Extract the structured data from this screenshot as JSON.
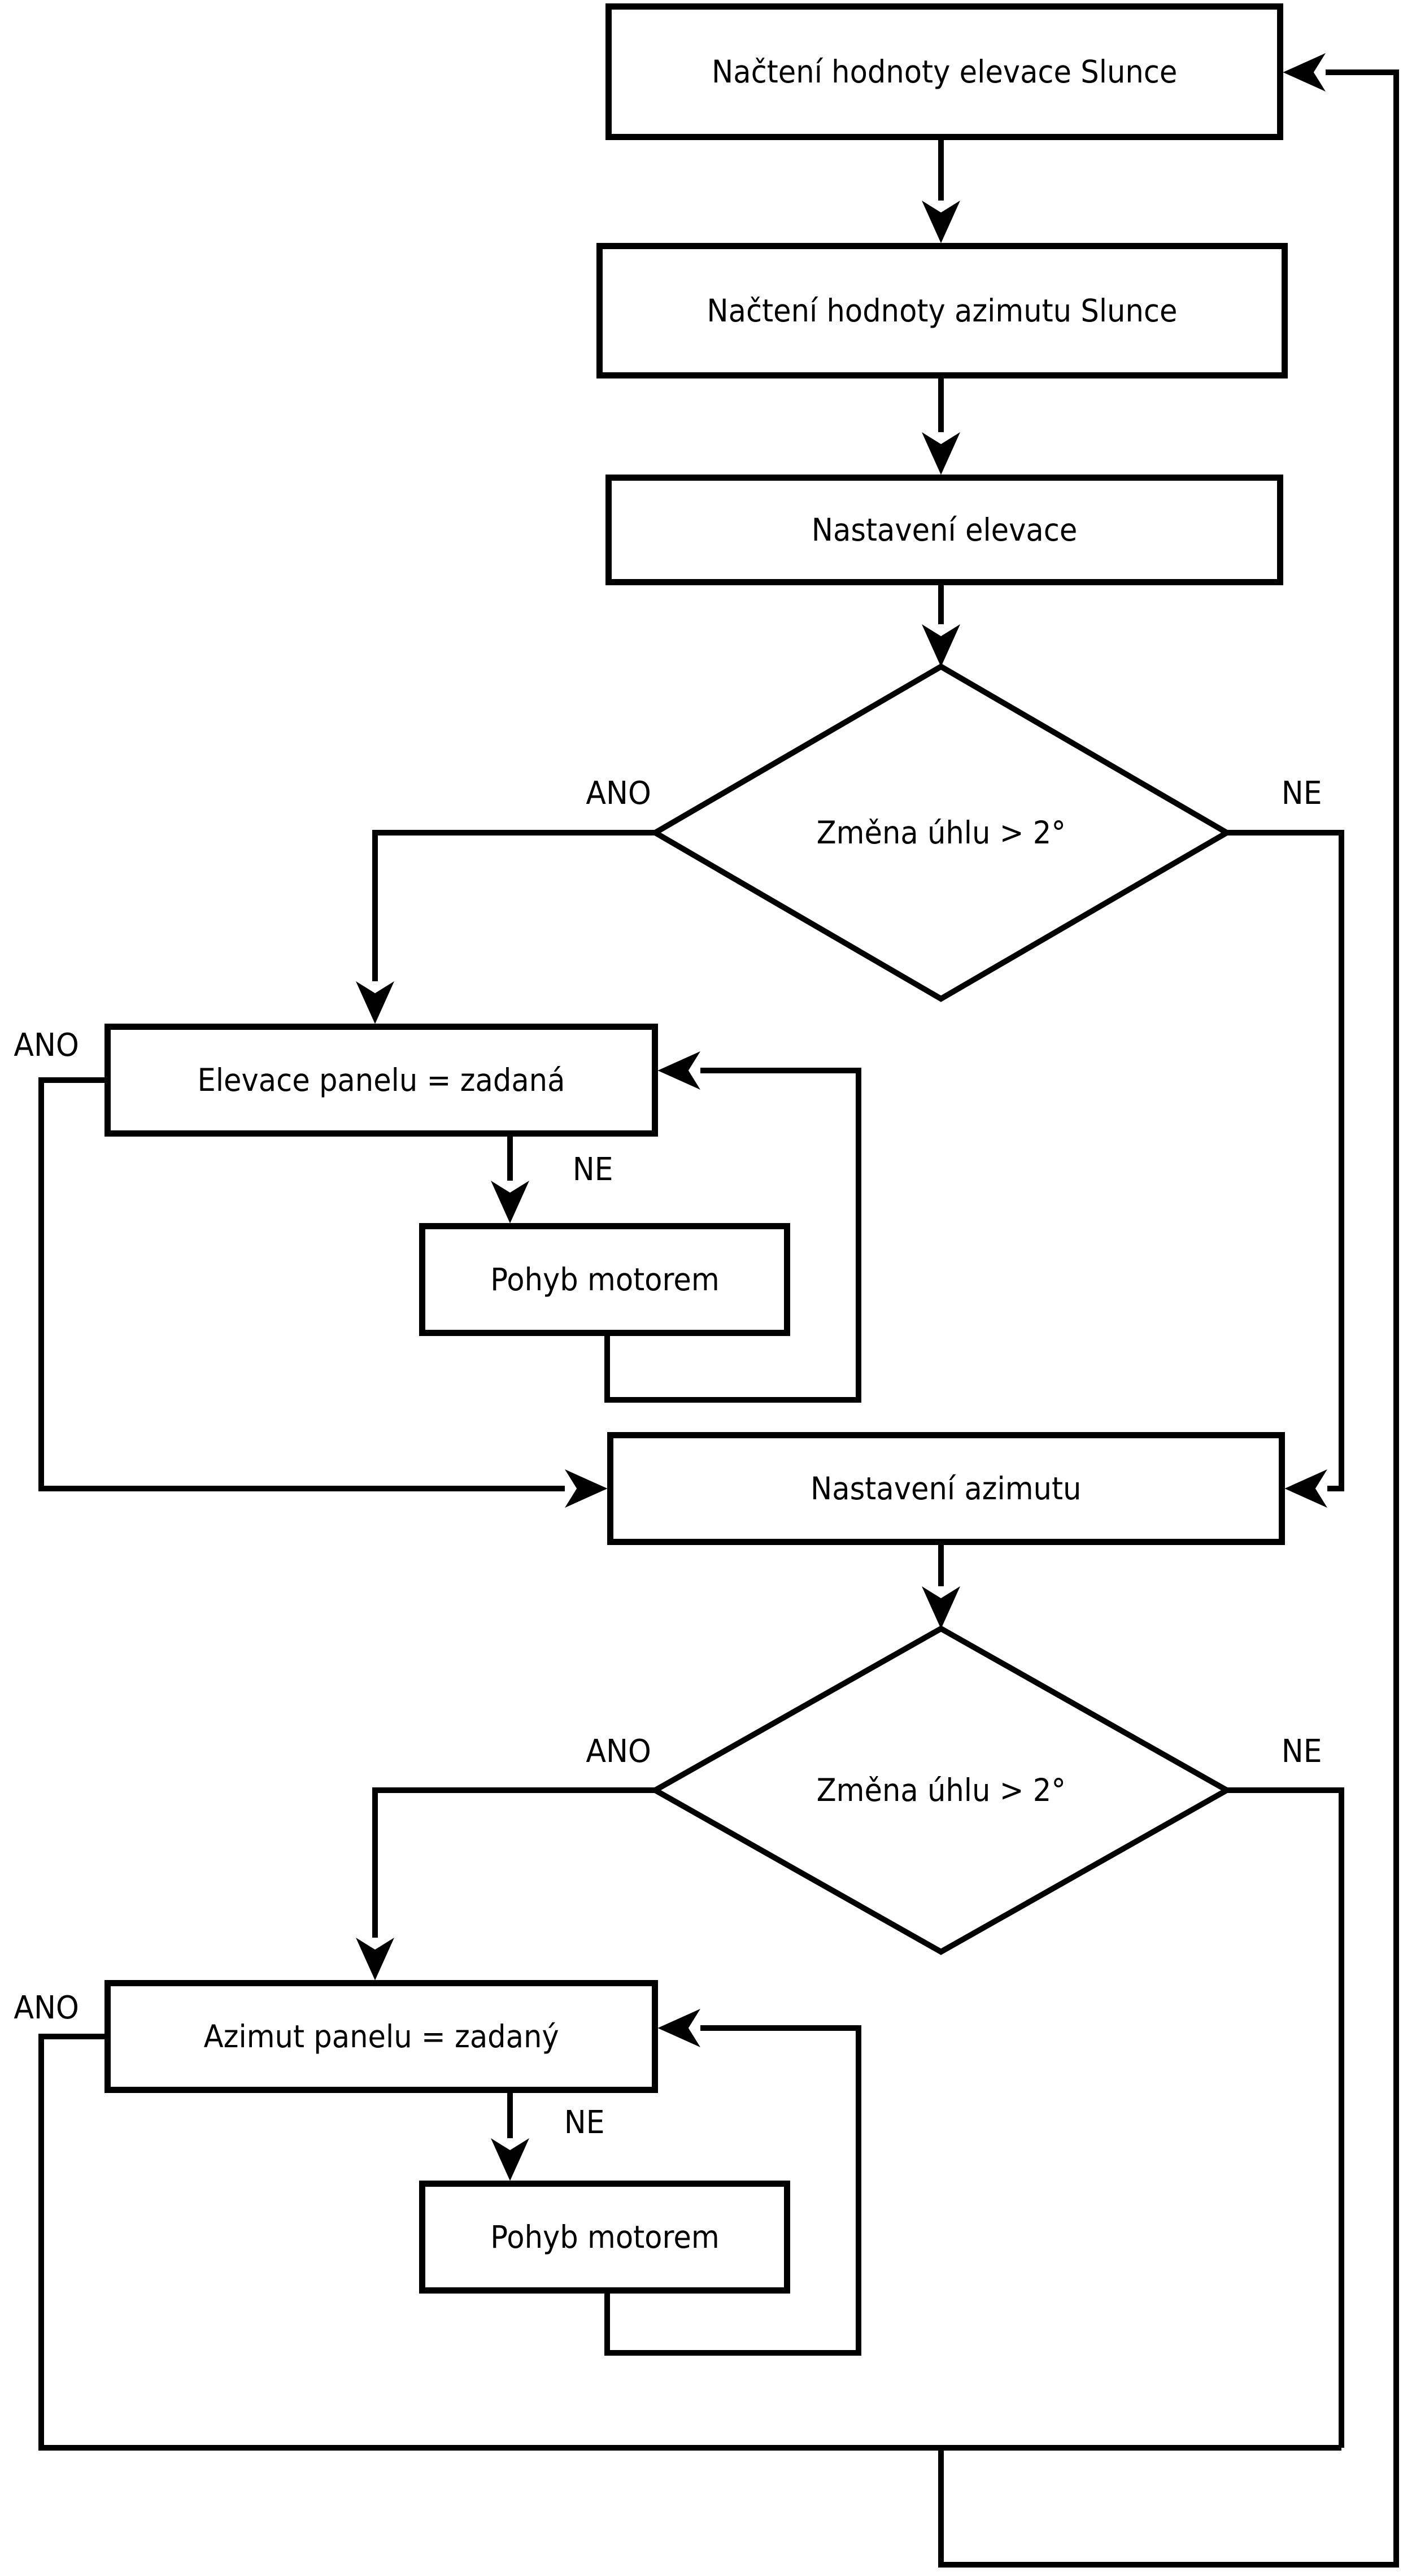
{
  "diagram": {
    "nodes": {
      "load_elevation": "Načtení hodnoty elevace Slunce",
      "load_azimuth": "Načtení hodnoty azimutu Slunce",
      "set_elevation": "Nastavení elevace",
      "elevation_angle_decision": "Změna úhlu > 2°",
      "elevation_equals_target": "Elevace panelu = zadaná",
      "elevation_motor_move": "Pohyb motorem",
      "set_azimuth": "Nastavení azimutu",
      "azimuth_angle_decision": "Změna úhlu > 2°",
      "azimuth_equals_target": "Azimut panelu = zadaný",
      "azimuth_motor_move": "Pohyb motorem"
    },
    "branch_labels": {
      "elevation_decision_yes": "ANO",
      "elevation_decision_no": "NE",
      "elevation_check_yes": "ANO",
      "elevation_check_no": "NE",
      "azimuth_decision_yes": "ANO",
      "azimuth_decision_no": "NE",
      "azimuth_check_yes": "ANO",
      "azimuth_check_no": "NE"
    },
    "colors": {
      "stroke": "#000000",
      "node_fill": "#ffffff",
      "text": "#000000",
      "background": "#ffffff"
    }
  }
}
